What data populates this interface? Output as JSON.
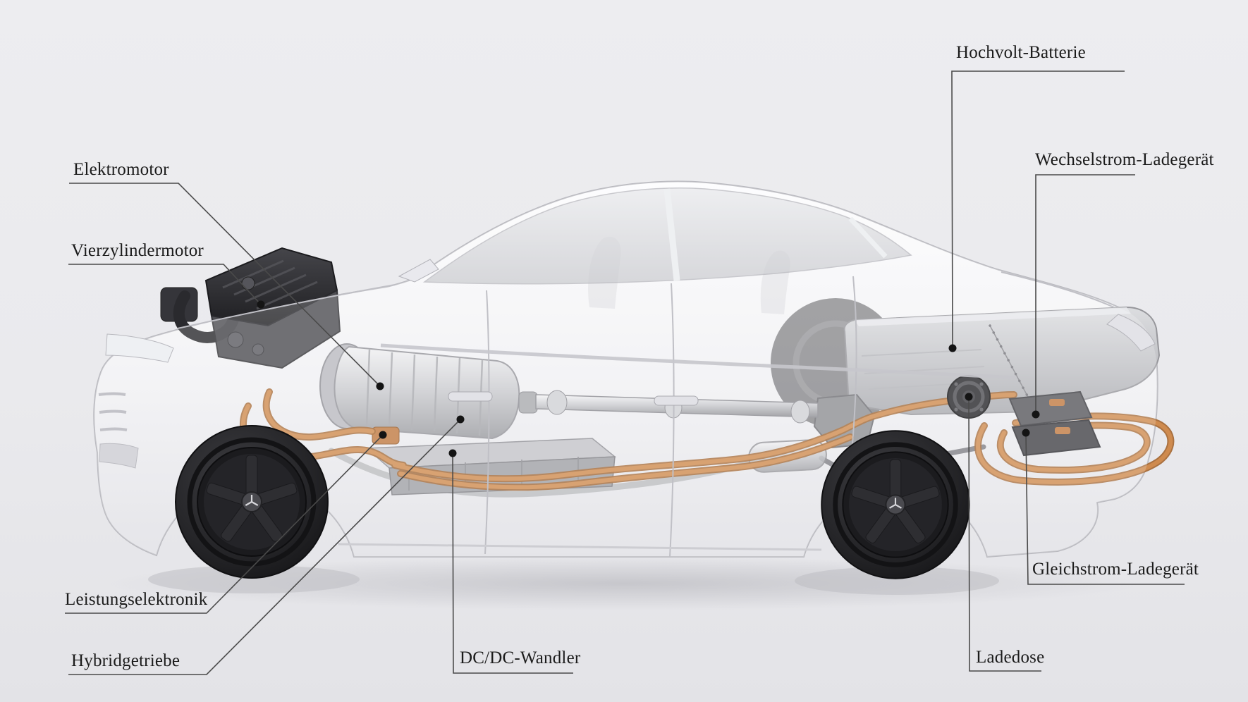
{
  "diagram": {
    "type": "labeled-cutaway-vehicle",
    "language": "de",
    "background_color": "#eaeaed",
    "label_text_color": "#1b1b1b",
    "leader_line_color": "#4a4a4a",
    "dot_color": "#141414",
    "cable_color": "#cd8b4f",
    "labels": [
      {
        "id": "elektromotor",
        "text": "Elektromotor"
      },
      {
        "id": "vierzylindermotor",
        "text": "Vierzylindermotor"
      },
      {
        "id": "leistungselektronik",
        "text": "Leistungselektronik"
      },
      {
        "id": "hybridgetriebe",
        "text": "Hybridgetriebe"
      },
      {
        "id": "dcdc-wandler",
        "text": "DC/DC-Wandler"
      },
      {
        "id": "hochvolt-batterie",
        "text": "Hochvolt-Batterie"
      },
      {
        "id": "wechselstrom-ladegeraet",
        "text": "Wechselstrom-Ladegerät"
      },
      {
        "id": "gleichstrom-ladegeraet",
        "text": "Gleichstrom-Ladegerät"
      },
      {
        "id": "ladedose",
        "text": "Ladedose"
      }
    ]
  }
}
